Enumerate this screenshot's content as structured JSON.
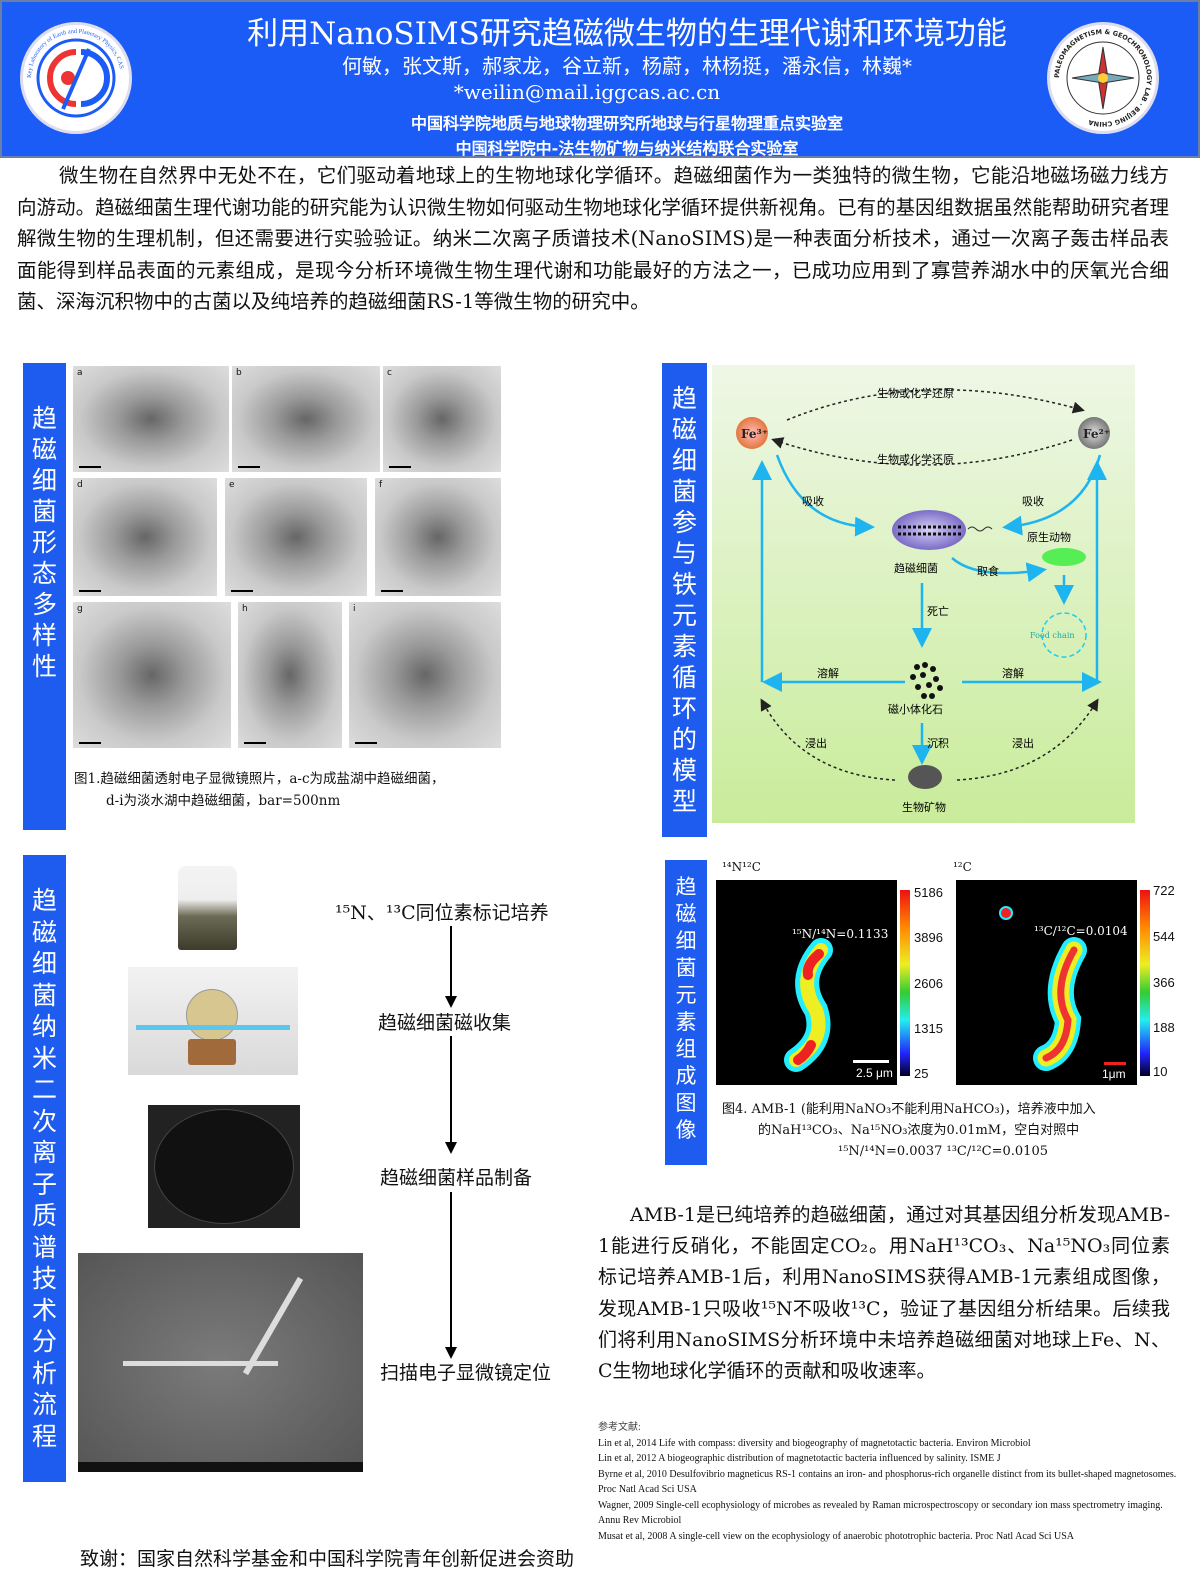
{
  "header": {
    "title": "利用NanoSIMS研究趋磁微生物的生理代谢和环境功能",
    "authors": "何敏，张文斯，郝家龙，谷立新，杨蔚，林杨挺，潘永信，林巍*",
    "email": "*weilin@mail.iggcas.ac.cn",
    "institution_1": "中国科学院地质与地球物理研究所地球与行星物理重点实验室",
    "institution_2": "中国科学院中-法生物矿物与纳米结构联合实验室",
    "left_logo_text": "Key Laboratory of Earth and Planetary Physics, CAS",
    "right_logo_text": "PALEOMAGNETISM & GEOCHRONOLOGY LAB · BEIJING CHINA",
    "accent_color": "#1b5cf7"
  },
  "intro": "微生物在自然界中无处不在，它们驱动着地球上的生物地球化学循环。趋磁细菌作为一类独特的微生物，它能沿地磁场磁力线方向游动。趋磁细菌生理代谢功能的研究能为认识微生物如何驱动生物地球化学循环提供新视角。已有的基因组数据虽然能帮助研究者理解微生物的生理机制，但还需要进行实验验证。纳米二次离子质谱技术(NanoSIMS)是一种表面分析技术，通过一次离子轰击样品表面能得到样品表面的元素组成，是现今分析环境微生物生理代谢和功能最好的方法之一，已成功应用到了寡营养湖水中的厌氧光合细菌、深海沉积物中的古菌以及纯培养的趋磁细菌RS-1等微生物的研究中。",
  "section1": {
    "label": "趋磁细菌形态多样性",
    "panels": [
      "a",
      "b",
      "c",
      "d",
      "e",
      "f",
      "g",
      "h",
      "i"
    ],
    "caption_1": "图1.趋磁细菌透射电子显微镜照片，a-c为成盐湖中趋磁细菌，",
    "caption_2": "d-i为淡水湖中趋磁细菌，bar=500nm"
  },
  "section2": {
    "label": "趋磁细菌参与铁元素循环的模型",
    "diagram": {
      "fe3": "Fe³⁺",
      "fe2": "Fe²⁺",
      "reduction_top": "生物或化学还原",
      "reduction_bottom": "生物或化学还原",
      "absorb_left": "吸收",
      "absorb_right": "吸收",
      "mtb": "趋磁细菌",
      "protozoa": "原生动物",
      "predation": "取食",
      "food_chain": "Food chain",
      "death": "死亡",
      "fossil": "磁小体化石",
      "dissolve_left": "溶解",
      "dissolve_right": "溶解",
      "deposit": "沉积",
      "leach_left": "浸出",
      "leach_right": "浸出",
      "biomineral": "生物矿物"
    }
  },
  "section3": {
    "label": "趋磁细菌纳米二次离子质谱技术分析流程",
    "steps": [
      "¹⁵N、¹³C同位素标记培养",
      "趋磁细菌磁收集",
      "趋磁细菌样品制备",
      "扫描电子显微镜定位"
    ]
  },
  "section4": {
    "label": "趋磁细菌元素组成图像",
    "left": {
      "title": "¹⁴N¹²C",
      "ratio": "¹⁵N/¹⁴N=0.1133",
      "scale": "2.5 μm",
      "ticks": [
        "5186",
        "3896",
        "2606",
        "1315",
        "25"
      ]
    },
    "right": {
      "title": "¹²C",
      "ratio": "¹³C/¹²C=0.0104",
      "scale": "1μm",
      "ticks": [
        "722",
        "544",
        "366",
        "188",
        "10"
      ]
    },
    "caption_1": "图4. AMB-1 (能利用NaNO₃不能利用NaHCO₃)，培养液中加入",
    "caption_2": "的NaH¹³CO₃、Na¹⁵NO₃浓度为0.01mM，空白对照中",
    "caption_3": "¹⁵N/¹⁴N=0.0037 ¹³C/¹²C=0.0105"
  },
  "conclusion": "AMB-1是已纯培养的趋磁细菌，通过对其基因组分析发现AMB-1能进行反硝化，不能固定CO₂。用NaH¹³CO₃、Na¹⁵NO₃同位素标记培养AMB-1后，利用NanoSIMS获得AMB-1元素组成图像，发现AMB-1只吸收¹⁵N不吸收¹³C，验证了基因组分析结果。后续我们将利用NanoSIMS分析环境中未培养趋磁细菌对地球上Fe、N、C生物地球化学循环的贡献和吸收速率。",
  "references": {
    "title": "参考文献:",
    "items": [
      "Lin et al, 2014 Life with compass: diversity and biogeography of magnetotactic bacteria. Environ Microbiol",
      "Lin et al, 2012 A biogeographic distribution of magnetotactic bacteria influenced by salinity. ISME J",
      "Byrne et al, 2010 Desulfovibrio magneticus RS-1 contains an iron- and phosphorus-rich organelle distinct from its bullet-shaped magnetosomes. Proc Natl Acad Sci USA",
      "Wagner, 2009 Single-cell ecophysiology of microbes as revealed by Raman microspectroscopy or secondary ion mass spectrometry imaging. Annu Rev Microbiol",
      "Musat et al, 2008 A single-cell view on the ecophysiology of anaerobic phototrophic bacteria. Proc Natl Acad Sci USA"
    ]
  },
  "acknowledgement": "致谢：国家自然科学基金和中国科学院青年创新促进会资助"
}
